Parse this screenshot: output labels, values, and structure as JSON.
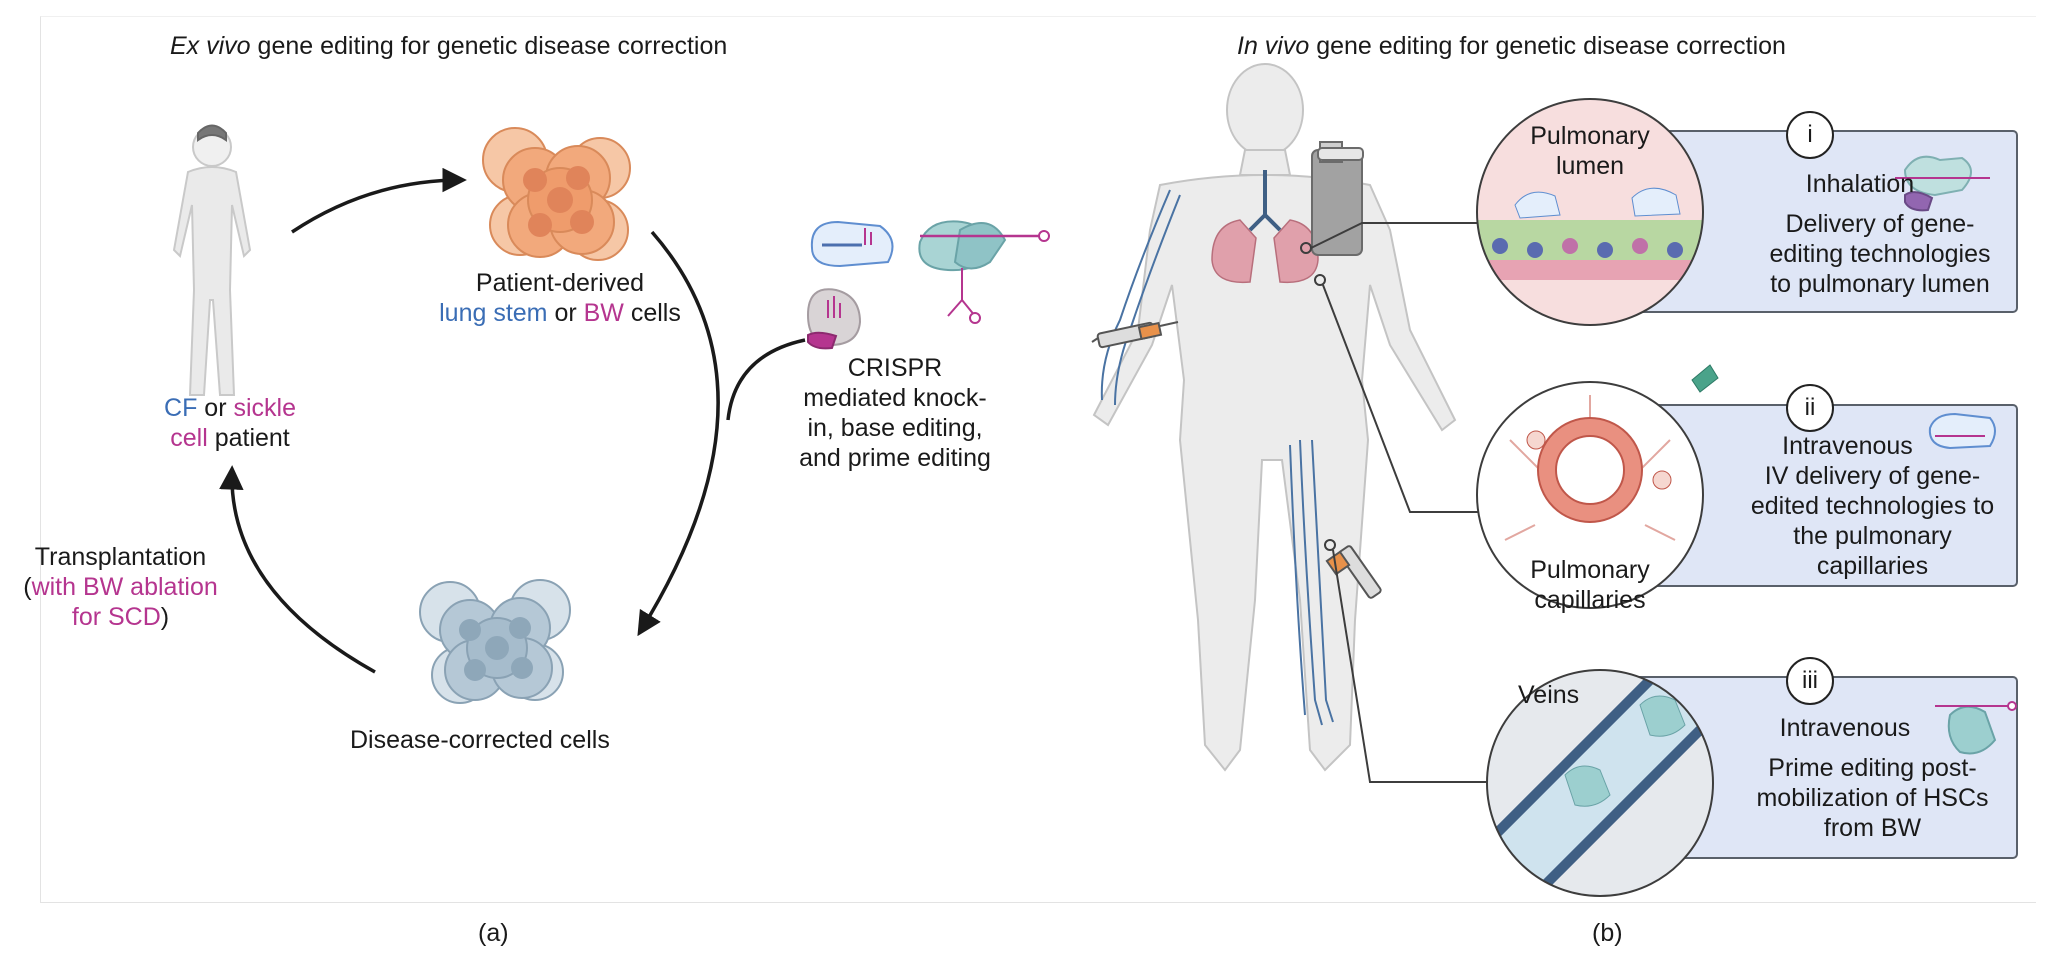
{
  "left": {
    "title_italic": "Ex vivo",
    "title_rest": " gene editing for genetic disease correction",
    "patient": {
      "cf": "CF",
      "or": " or ",
      "sickle": "sickle",
      "cell": "cell",
      "patient": " patient"
    },
    "cells": {
      "line1": "Patient-derived",
      "lung_stem": "lung stem",
      "or": " or ",
      "bw": "BW",
      "cells": " cells"
    },
    "crispr": [
      "CRISPR",
      "mediated knock-",
      "in, base editing,",
      "and prime editing"
    ],
    "transplant": {
      "line1": "Transplantation",
      "open": "(",
      "line2": "with BW ablation",
      "line3": "for SCD",
      "close": ")"
    },
    "corrected": "Disease-corrected cells",
    "panel_label": "(a)"
  },
  "right": {
    "title_italic": "In vivo",
    "title_rest": " gene editing for genetic disease correction",
    "panel_label": "(b)",
    "routes": [
      {
        "num": "i",
        "route": "Inhalation",
        "desc": [
          "Delivery of gene-",
          "editing technologies",
          "to pulmonary lumen"
        ],
        "mag_label": [
          "Pulmonary",
          "lumen"
        ]
      },
      {
        "num": "ii",
        "route": "Intravenous",
        "desc": [
          "IV delivery of gene-",
          "edited technologies to",
          "the pulmonary",
          "capillaries"
        ],
        "mag_label": [
          "Pulmonary",
          "capillaries"
        ]
      },
      {
        "num": "iii",
        "route": "Intravenous",
        "desc": [
          "Prime editing post-",
          "mobilization of HSCs",
          "from BW"
        ],
        "mag_label": [
          "Veins"
        ]
      }
    ]
  },
  "colors": {
    "accent_blue": "#3a6db5",
    "accent_magenta": "#b5358f",
    "panel_fill": "#dfe6f6",
    "cell_orange": "#f0a77a",
    "cell_blue": "#9fb8cc"
  }
}
